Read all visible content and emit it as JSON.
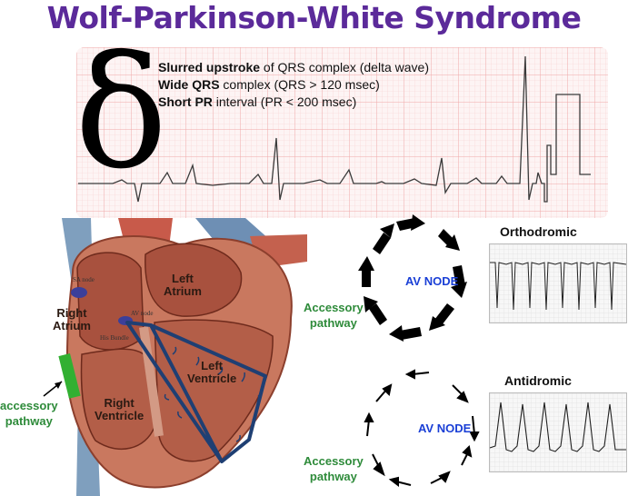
{
  "title": "Wolf-Parkinson-White Syndrome",
  "delta_symbol": "δ",
  "features": [
    {
      "bold": "Slurred upstroke",
      "rest": " of QRS complex (delta wave)"
    },
    {
      "bold": "Wide QRS",
      "rest": " complex (QRS > 120 msec)"
    },
    {
      "bold": "Short PR",
      "rest": " interval (PR < 200 msec)"
    }
  ],
  "heart": {
    "sa_node": "SA node",
    "av_node": "AV node",
    "his_bundle": "His Bundle",
    "right_atrium": [
      "Right",
      "Atrium"
    ],
    "left_atrium": [
      "Left",
      "Atrium"
    ],
    "left_ventricle": [
      "Left",
      "Ventricle"
    ],
    "right_ventricle": [
      "Right",
      "Ventricle"
    ],
    "accessory": [
      "accessory",
      "pathway"
    ]
  },
  "orthodromic": {
    "title": "Orthodromic",
    "node": "AV NODE",
    "pathway": [
      "Accessory",
      "pathway"
    ]
  },
  "antidromic": {
    "title": "Antidromic",
    "node": "AV NODE",
    "pathway": [
      "Accessory",
      "pathway"
    ]
  },
  "colors": {
    "title": "#5b2a9a",
    "accessory_green": "#2e8b3a",
    "av_node_blue": "#1a3fd6",
    "conduction_path": "#1f3f73",
    "ecg_grid": "#f2b7b7"
  },
  "icons": [
    "delta-symbol",
    "heart-illustration",
    "circuit-arrow"
  ]
}
